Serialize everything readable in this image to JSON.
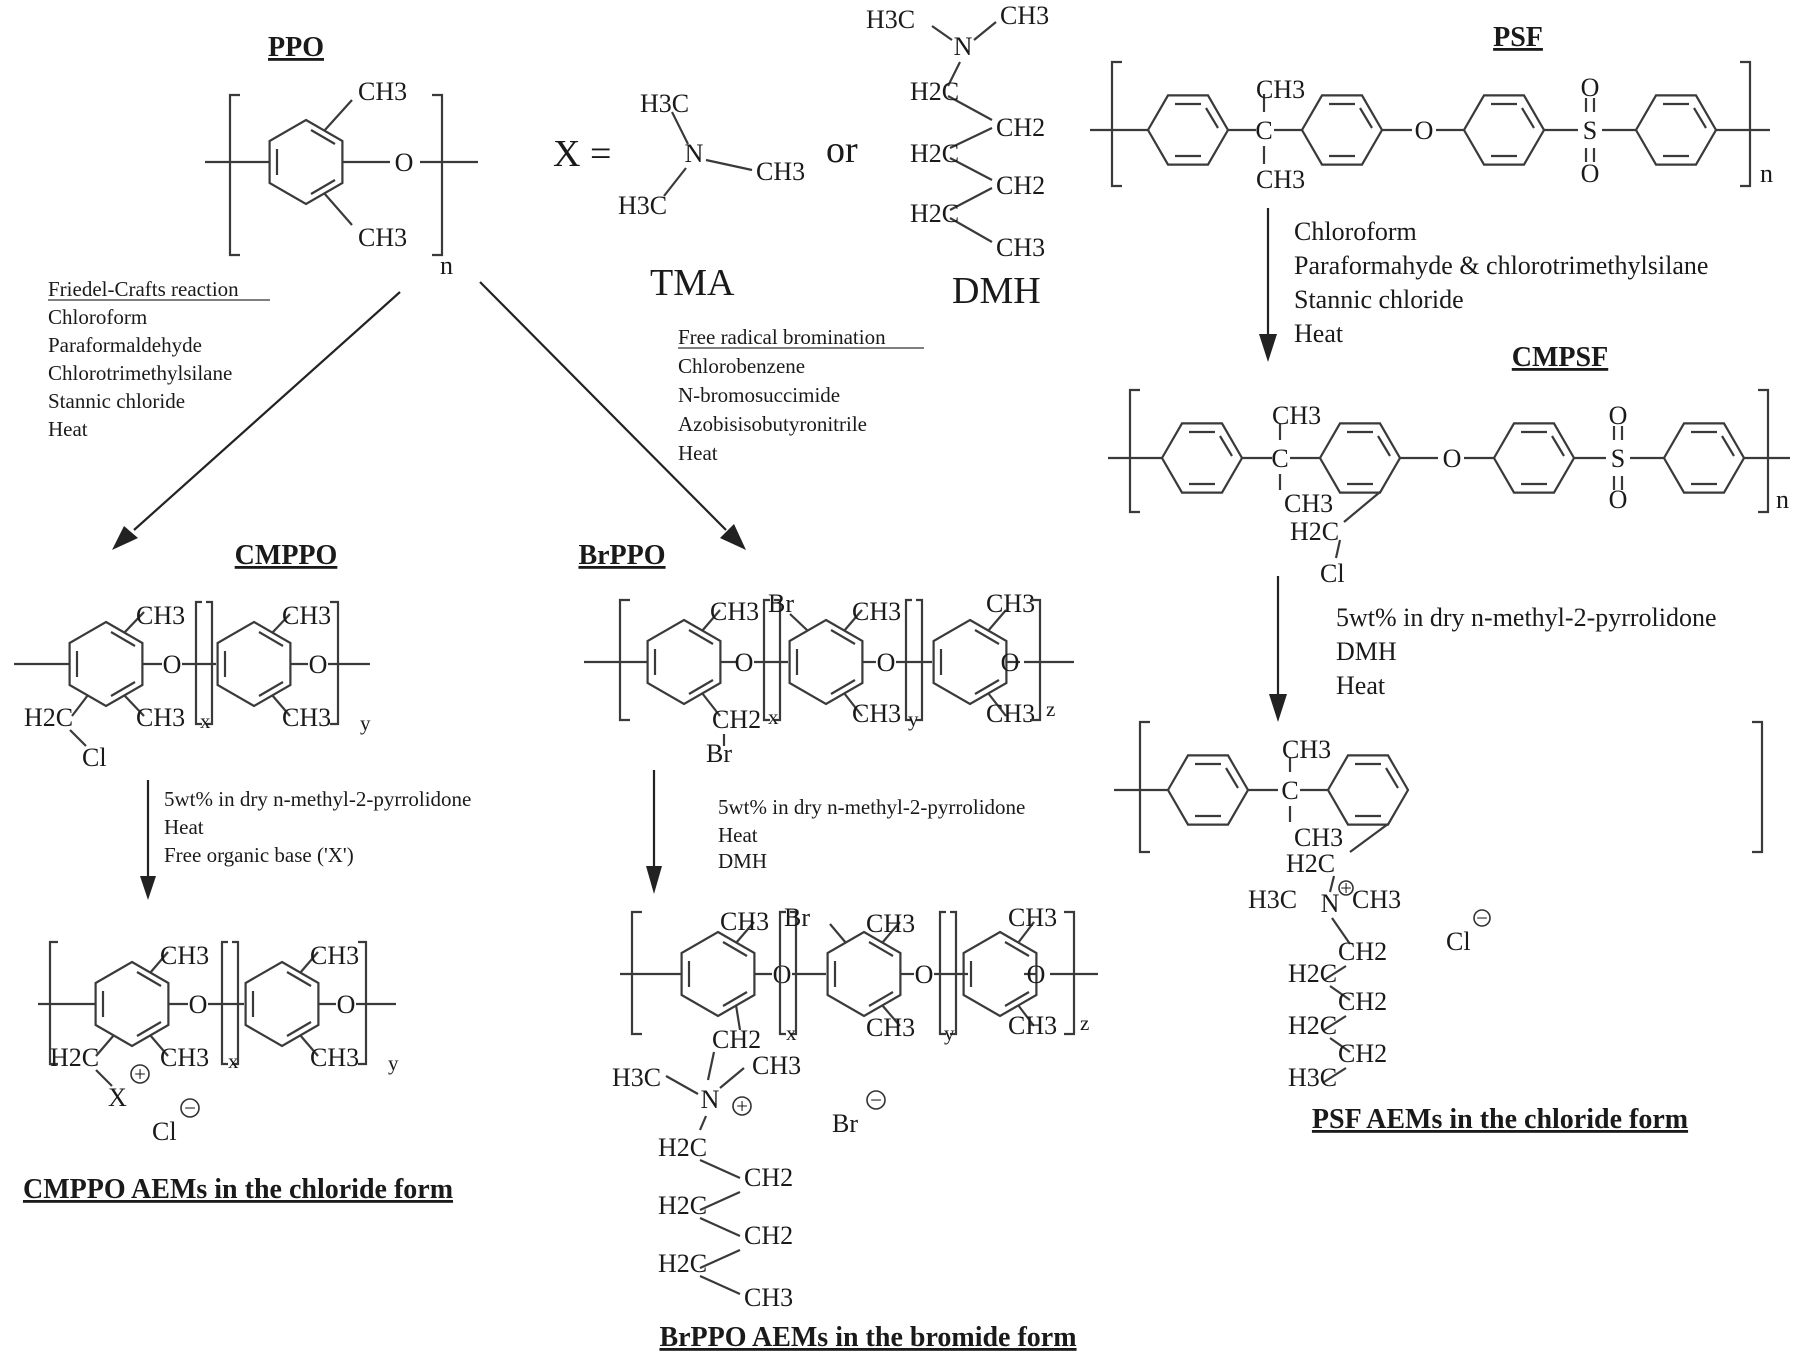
{
  "titles": {
    "ppo": "PPO",
    "psf": "PSF",
    "cmpsf": "CMPSF",
    "cmppo": "CMPPO",
    "brppo": "BrPPO",
    "cmppo_aem": "CMPPO AEMs in the chloride form",
    "brppo_aem": "BrPPO AEMs in the bromide form",
    "psf_aem": "PSF AEMs in the chloride form"
  },
  "reagents": {
    "x_eq": "X =",
    "or": "or",
    "tma": "TMA",
    "dmh": "DMH"
  },
  "labels": {
    "ch3": "CH3",
    "h3c": "H3C",
    "ch2": "CH2",
    "h2c": "H2C",
    "o": "O",
    "n": "N",
    "s": "S",
    "c": "C",
    "cl": "Cl",
    "br": "Br",
    "x": "X",
    "sub_n": "n",
    "sub_x": "x",
    "sub_y": "y",
    "sub_z": "z",
    "plus": "+",
    "minus": "−"
  },
  "conditions": {
    "friedel": {
      "heading": "Friedel-Crafts reaction",
      "lines": [
        "Chloroform",
        "Paraformaldehyde",
        "Chlorotrimethylsilane",
        "Stannic chloride",
        "Heat"
      ]
    },
    "bromination": {
      "heading": "Free radical bromination",
      "lines": [
        "Chlorobenzene",
        "N-bromosuccimide",
        "Azobisisobutyronitrile",
        "Heat"
      ]
    },
    "psf_to_cmpsf": {
      "lines": [
        "Chloroform",
        "Paraformahyde & chlorotrimethylsilane",
        "Stannic chloride",
        "Heat"
      ]
    },
    "cmppo_quat": {
      "lines": [
        "5wt% in dry n-methyl-2-pyrrolidone",
        "Heat",
        "Free organic base ('X')"
      ]
    },
    "brppo_quat": {
      "lines": [
        "5wt% in dry n-methyl-2-pyrrolidone",
        "Heat",
        "DMH"
      ]
    },
    "cmpsf_quat": {
      "lines": [
        "5wt% in dry n-methyl-2-pyrrolidone",
        "DMH",
        "Heat"
      ]
    }
  }
}
